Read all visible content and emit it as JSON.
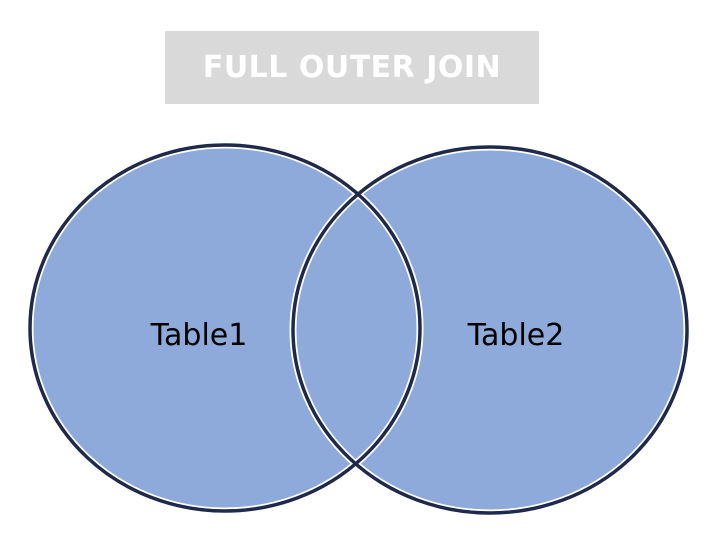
{
  "title": "FULL OUTER JOIN",
  "venn": {
    "left_label": "Table1",
    "right_label": "Table2",
    "fill_color": "#8eaadb",
    "stroke_color": "#1f2a4a",
    "highlight": "full-outer-join"
  }
}
